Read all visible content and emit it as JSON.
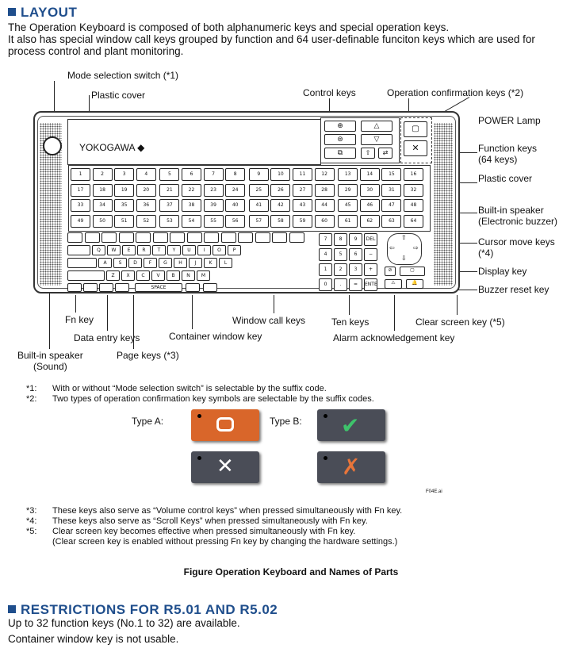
{
  "section1": {
    "title": "LAYOUT",
    "para_line1": "The Operation Keyboard is composed of both alphanumeric keys and special operation keys.",
    "para_line2": "It also has special window call keys grouped by function and 64 user-definable funciton keys which are used for",
    "para_line3": "process control and plant monitoring."
  },
  "labels": {
    "mode_switch": "Mode selection switch (*1)",
    "plastic_cover_top": "Plastic cover",
    "control_keys": "Control keys",
    "op_confirm_keys": "Operation confirmation keys (*2)",
    "power_lamp": "POWER Lamp",
    "function_keys": "Function keys",
    "function_keys_count": "(64 keys)",
    "plastic_cover_right": "Plastic cover",
    "speaker_right_1": "Built-in speaker",
    "speaker_right_2": "(Electronic buzzer)",
    "cursor_keys": "Cursor move keys",
    "cursor_keys_note": "(*4)",
    "display_key": "Display key",
    "buzzer_reset": "Buzzer reset key",
    "fn_key": "Fn key",
    "data_entry": "Data entry keys",
    "container_window": "Container window key",
    "window_call": "Window call keys",
    "ten_keys": "Ten keys",
    "clear_screen": "Clear screen key (*5)",
    "alarm_ack": "Alarm acknowledgement key",
    "page_keys": "Page keys (*3)",
    "speaker_left_1": "Built-in speaker",
    "speaker_left_2": "(Sound)"
  },
  "keyboard": {
    "brand": "YOKOGAWA",
    "brand_symbol": "◆",
    "function_rows": [
      [
        "1",
        "2",
        "3",
        "4",
        "5",
        "6",
        "7",
        "8",
        "9",
        "10",
        "11",
        "12",
        "13",
        "14",
        "15",
        "16"
      ],
      [
        "17",
        "18",
        "19",
        "20",
        "21",
        "22",
        "23",
        "24",
        "25",
        "26",
        "27",
        "28",
        "29",
        "30",
        "31",
        "32"
      ],
      [
        "33",
        "34",
        "35",
        "36",
        "37",
        "38",
        "39",
        "40",
        "41",
        "42",
        "43",
        "44",
        "45",
        "46",
        "47",
        "48"
      ],
      [
        "49",
        "50",
        "51",
        "52",
        "53",
        "54",
        "55",
        "56",
        "57",
        "58",
        "59",
        "60",
        "61",
        "62",
        "63",
        "64"
      ]
    ],
    "row_q": [
      "Q",
      "W",
      "E",
      "R",
      "T",
      "Y",
      "U",
      "I",
      "O",
      "P"
    ],
    "row_a": [
      "A",
      "S",
      "D",
      "F",
      "G",
      "H",
      "J",
      "K",
      "L"
    ],
    "row_z": [
      "Z",
      "X",
      "C",
      "V",
      "B",
      "N",
      "M"
    ],
    "space": "SPACE",
    "ten_keys": [
      "7",
      "8",
      "9",
      "DEL",
      "4",
      "5",
      "6",
      "−",
      "1",
      "2",
      "3",
      "+",
      "0",
      ".",
      "=",
      "ENTER"
    ]
  },
  "notes": {
    "n1_mark": "*1:",
    "n1": "With or without “Mode selection switch” is selectable by the suffix code.",
    "n2_mark": "*2:",
    "n2": "Two types of operation confirmation key symbols are selectable by the suffix codes.",
    "type_a": "Type A:",
    "type_b": "Type B:",
    "fig_code": "F04E.ai",
    "n3_mark": "*3:",
    "n3": "These keys also serve as “Volume control keys” when pressed simultaneously with Fn key.",
    "n4_mark": "*4:",
    "n4": "These keys also serve as “Scroll Keys” when pressed simultaneously with Fn key.",
    "n5_mark": "*5:",
    "n5": "Clear screen key becomes effective when pressed simultaneously with Fn key.",
    "n5b": "(Clear screen key is enabled without pressing Fn key by changing the hardware settings.)"
  },
  "figure_caption": "Figure  Operation Keyboard and Names of Parts",
  "section2": {
    "title": "RESTRICTIONS FOR R5.01 AND R5.02",
    "line1": "Up to 32 function keys (No.1 to 32) are available.",
    "line2": "Container window key is not usable."
  },
  "colors": {
    "heading": "#1f4e8c",
    "type_a_key": "#d9662a",
    "type_b_key": "#4a4d57",
    "check": "#3ec36b",
    "cross_b": "#e8753a"
  }
}
